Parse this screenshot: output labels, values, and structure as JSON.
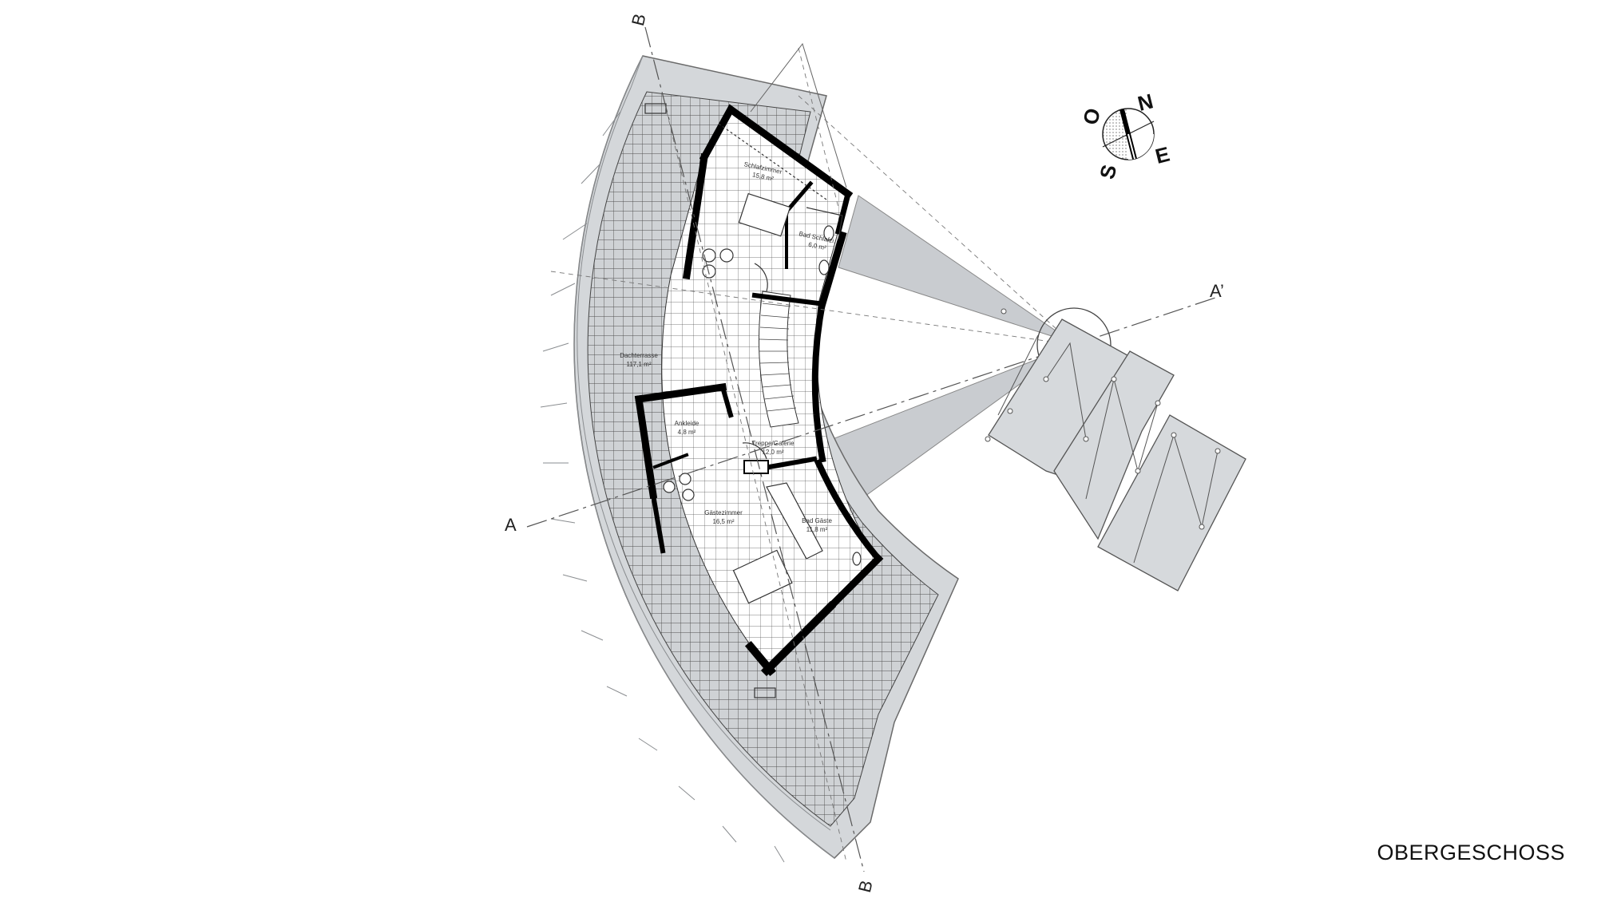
{
  "title": "OBERGESCHOSS",
  "section_marks": {
    "a_start": "A",
    "a_end": "A’",
    "b_start": "B",
    "b_end": "B"
  },
  "compass": {
    "north": "N",
    "east": "E",
    "south": "S",
    "west": "O"
  },
  "rooms": [
    {
      "name": "Schlafzimmer",
      "area": "15,8 m²"
    },
    {
      "name": "Bad Schlafzi.",
      "area": "6,0 m²"
    },
    {
      "name": "Dachterrasse",
      "area": "117,1 m²"
    },
    {
      "name": "Ankleide",
      "area": "4,8 m²"
    },
    {
      "name": "Treppe/Galerie",
      "area": "12,0 m²"
    },
    {
      "name": "Gästezimmer",
      "area": "16,5 m²"
    },
    {
      "name": "Bad Gäste",
      "area": "11,8 m²"
    }
  ],
  "colors": {
    "terrace": "#d6d9dc",
    "grid": "#4a4a4a",
    "wall": "#000000",
    "shade": "#c9ccd0"
  }
}
